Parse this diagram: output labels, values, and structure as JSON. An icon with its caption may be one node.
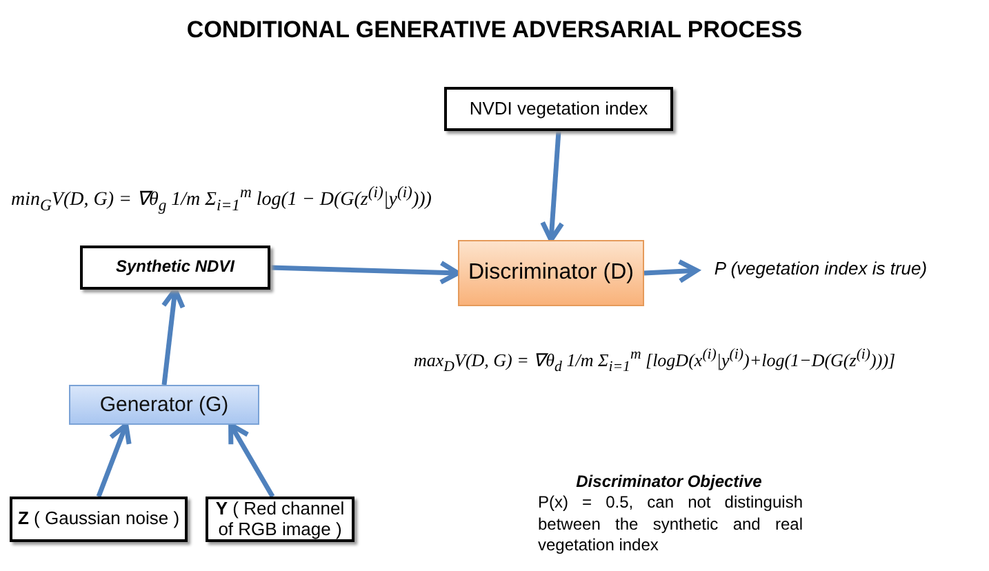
{
  "diagram": {
    "title": "CONDITIONAL GENERATIVE ADVERSARIAL PROCESS",
    "nodes": [
      {
        "text": [
          "NVDI vegetation index"
        ]
      },
      {
        "text": [
          "Synthetic NDVI"
        ]
      },
      {
        "text": [
          "Discriminator (D)"
        ]
      },
      {
        "text": [
          "P (vegetation index is true)"
        ]
      },
      {
        "text": [
          "Generator (G)"
        ]
      },
      {
        "text": [
          "**Z** ( Gaussian noise )"
        ]
      },
      {
        "text": [
          "**Y** ( Red channel of RGB image )"
        ]
      }
    ],
    "edges": [
      {
        "from": 0,
        "to": 2,
        "arrow": "to"
      },
      {
        "from": 1,
        "to": 2,
        "arrow": "to"
      },
      {
        "from": 2,
        "to": 3,
        "arrow": "to"
      },
      {
        "from": 4,
        "to": 1,
        "arrow": "to"
      },
      {
        "from": 5,
        "to": 4,
        "arrow": "to"
      },
      {
        "from": 6,
        "to": 4,
        "arrow": "to"
      }
    ],
    "labels": [
      "min$_{G}$V(D, G) = ∇θ$_{g}$ 1/m Σ$_{i=1}$$^{m}$ log(1 − D(G(z$^{(i)}$|y$^{(i)}$)))",
      "max$_{D}$V(D, G) = ∇θ$_{d}$ 1/m Σ$_{i=1}$$^{m}$ [logD(x$^{(i)}$|y$^{(i)}$)+log(1−D(G(z$^{(i)}$)))]",
      "Discriminator Objective",
      "P(x) = 0.5, can not distinguish between the synthetic and real vegetation index"
    ]
  }
}
